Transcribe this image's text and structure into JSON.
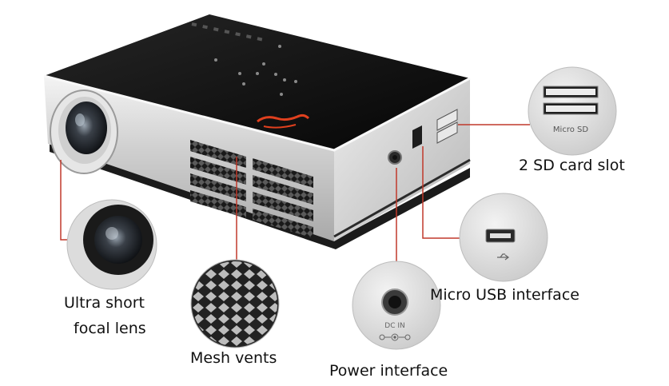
{
  "labels": {
    "sd_slot": "2 SD card slot",
    "micro_usb": "Micro USB interface",
    "power": "Power interface",
    "mesh": "Mesh vents",
    "lens_line1": "Ultra short",
    "lens_line2": "focal lens"
  },
  "callouts": {
    "micro_sd": "Micro SD",
    "dc_in": "DC IN"
  },
  "colors": {
    "leader_line": "#c0392b",
    "body_silver": "#d9d9d9",
    "top_black": "#111111",
    "logo_red": "#e0401e"
  }
}
